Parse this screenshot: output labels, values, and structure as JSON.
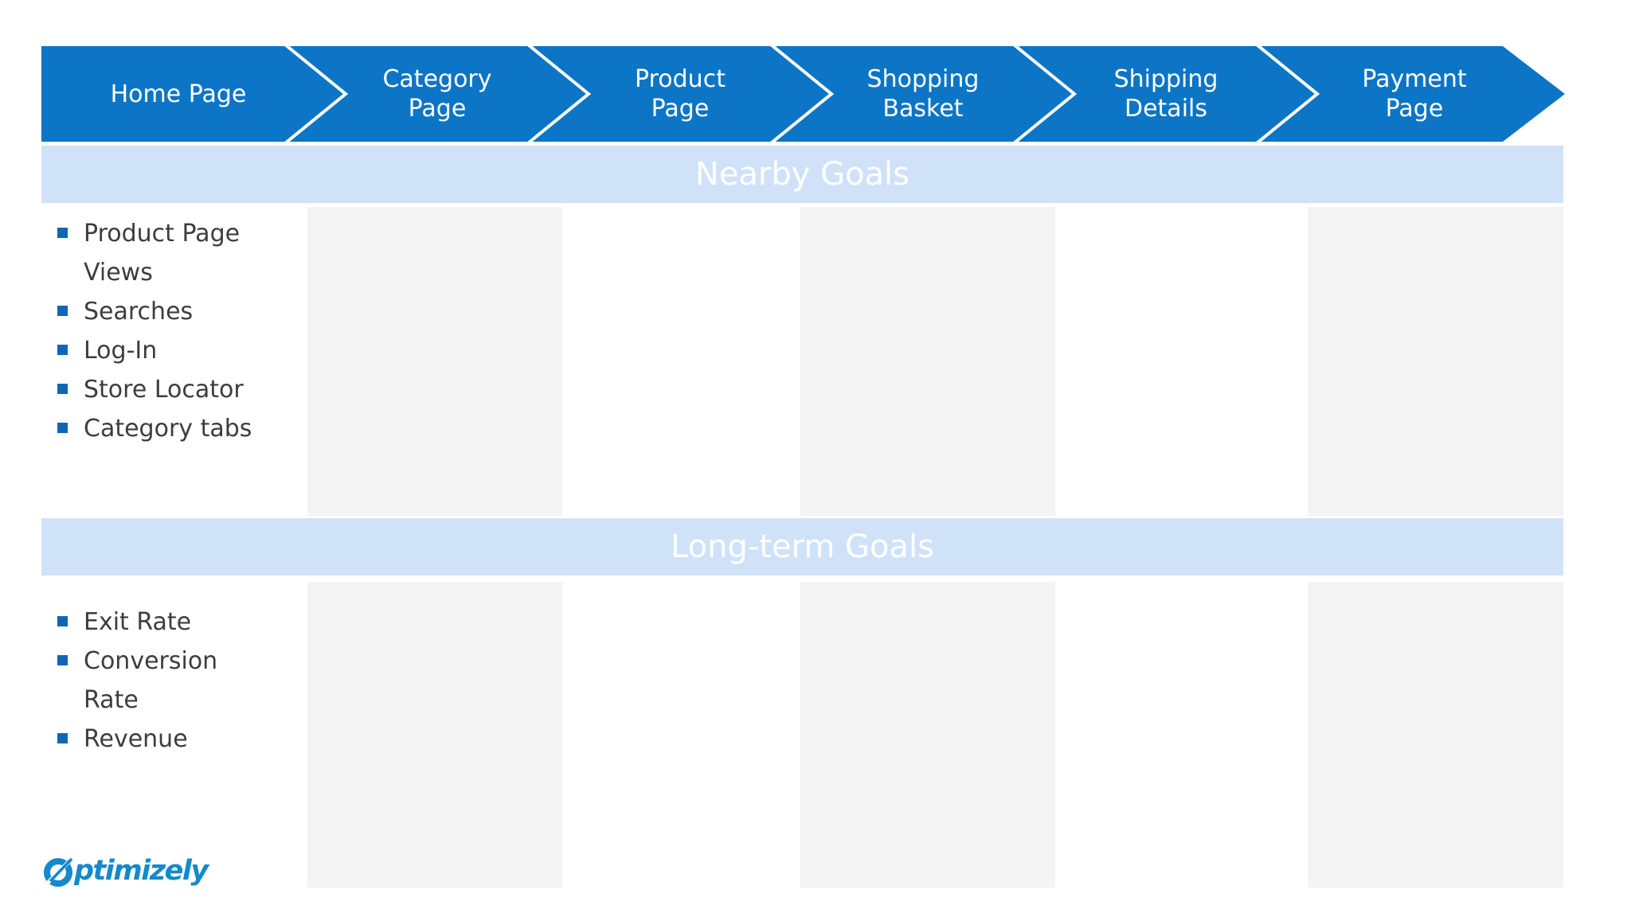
{
  "funnel": {
    "stages": [
      {
        "label": "Home Page"
      },
      {
        "label": "Category\nPage"
      },
      {
        "label": "Product\nPage"
      },
      {
        "label": "Shopping\nBasket"
      },
      {
        "label": "Shipping\nDetails"
      },
      {
        "label": "Payment\nPage"
      }
    ]
  },
  "sections": [
    {
      "title": "Nearby Goals",
      "items": [
        "Product Page Views",
        "Searches",
        "Log-In",
        "Store Locator",
        "Category tabs"
      ]
    },
    {
      "title": "Long-term Goals",
      "items": [
        "Exit Rate",
        "Conversion Rate",
        "Revenue"
      ]
    }
  ],
  "logo": {
    "brand": "Optimizely",
    "wordmark_text": "ptimizely"
  },
  "colors": {
    "arrow_blue": "#0c75c5",
    "band_light_blue": "#cfe2f8",
    "column_gray": "#f5f4f4",
    "list_text": "#3d3d3d",
    "bullet_blue": "#1066b5",
    "logo_blue": "#1489cb",
    "band_text": "#ffffff",
    "stage_text": "#ffffff"
  }
}
